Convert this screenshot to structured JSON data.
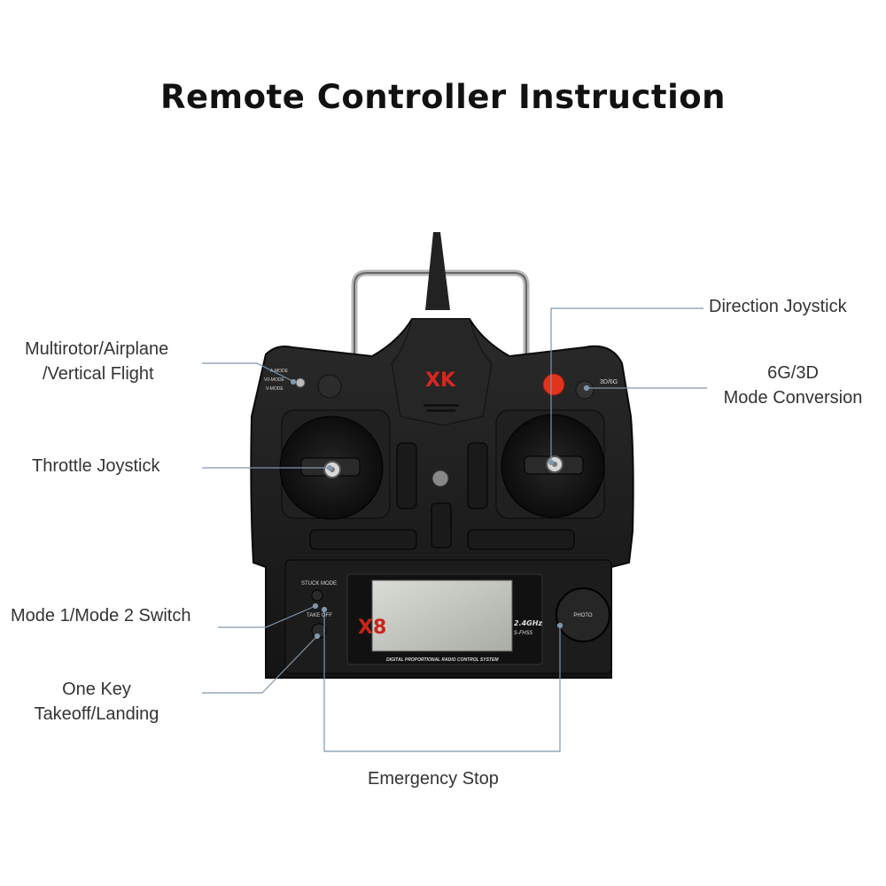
{
  "title": "Remote Controller Instruction",
  "labels": {
    "multirotor": [
      "Multirotor/Airplane",
      "/Vertical Flight"
    ],
    "throttle": "Throttle Joystick",
    "mode_switch": "Mode 1/Mode 2 Switch",
    "one_key": [
      "One Key",
      "Takeoff/Landing"
    ],
    "emergency": "Emergency Stop",
    "direction": "Direction Joystick",
    "mode_conversion": [
      "6G/3D",
      "Mode Conversion"
    ]
  },
  "controller": {
    "brand_logo": "XK",
    "model": "X8",
    "band": "2.4GHz",
    "protocol": "S-FHSS",
    "system_text": "DIGITAL PROPORTIONAL RADIO CONTROL SYSTEM",
    "stuck_mode": "STUCK MODE",
    "take_off": "TAKE OFF",
    "photo": "PHOTO",
    "mode_3d6g": "3D/6G",
    "switch_labels": [
      "A-MODE",
      "V0-MODE",
      "V-MODE"
    ]
  },
  "colors": {
    "leader_line": "#7f97ad",
    "body": "#1e1e1e",
    "accent_red": "#e0341c"
  }
}
